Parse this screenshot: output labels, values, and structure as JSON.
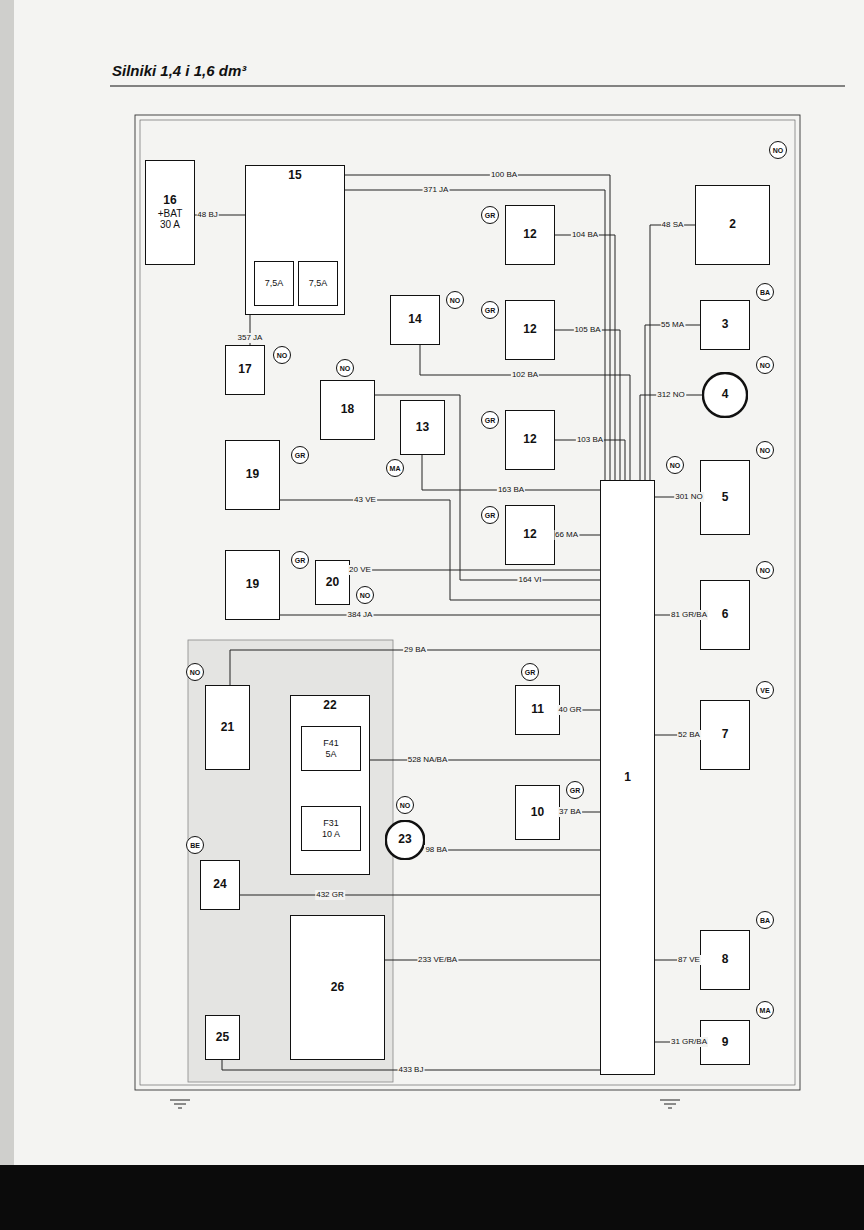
{
  "diagram": {
    "title": "Silniki 1,4 i 1,6 dm³",
    "nodes": [
      {
        "text": [
          "16",
          "+BAT",
          "30 A"
        ]
      },
      {
        "text": [
          "15"
        ]
      },
      {
        "text": [
          "7,5A"
        ],
        "in": 1
      },
      {
        "text": [
          "7,5A"
        ],
        "in": 1
      },
      {
        "text": [
          "12"
        ]
      },
      {
        "text": [
          "2"
        ]
      },
      {
        "text": [
          "14"
        ]
      },
      {
        "text": [
          "12"
        ]
      },
      {
        "text": [
          "3"
        ]
      },
      {
        "text": [
          "17"
        ]
      },
      {
        "text": [
          "13"
        ]
      },
      {
        "text": [
          "18"
        ]
      },
      {
        "text": [
          "12"
        ]
      },
      {
        "text": [
          "4"
        ]
      },
      {
        "text": [
          "19"
        ]
      },
      {
        "text": [
          "12"
        ]
      },
      {
        "text": [
          "1"
        ]
      },
      {
        "text": [
          "5"
        ]
      },
      {
        "text": [
          "20"
        ]
      },
      {
        "text": [
          "19"
        ]
      },
      {
        "text": [
          "6"
        ]
      },
      {
        "text": [
          "21"
        ]
      },
      {
        "text": [
          "22"
        ]
      },
      {
        "text": [
          "F41",
          "5A"
        ],
        "in": 22
      },
      {
        "text": [
          "11"
        ]
      },
      {
        "text": [
          "7"
        ]
      },
      {
        "text": [
          "10"
        ]
      },
      {
        "text": [
          "23"
        ]
      },
      {
        "text": [
          "24"
        ]
      },
      {
        "text": [
          "8"
        ]
      },
      {
        "text": [
          "26"
        ]
      },
      {
        "text": [
          "25"
        ]
      },
      {
        "text": [
          "9"
        ]
      },
      {
        "text": [
          "F31",
          "10 A"
        ],
        "in": 22
      }
    ],
    "edges": [
      {
        "from": 0,
        "to": 1,
        "label": "48 BJ",
        "arrow": "none"
      },
      {
        "from": 1,
        "to": 16,
        "label": "371 JA",
        "arrow": "none"
      },
      {
        "from": 1,
        "to": 16,
        "label": "100 BA",
        "arrow": "none"
      },
      {
        "from": 4,
        "to": 16,
        "label": "104 BA",
        "arrow": "none"
      },
      {
        "from": 7,
        "to": 16,
        "label": "105 BA",
        "arrow": "none"
      },
      {
        "from": 12,
        "to": 16,
        "label": "103 BA",
        "arrow": "none"
      },
      {
        "from": 15,
        "to": 16,
        "label": "66 MA",
        "arrow": "none"
      },
      {
        "from": 6,
        "to": 16,
        "label": "102 BA",
        "arrow": "none"
      },
      {
        "from": 10,
        "to": 16,
        "label": "163 BA",
        "arrow": "none"
      },
      {
        "from": 11,
        "to": 16,
        "label": "164 VI",
        "arrow": "none"
      },
      {
        "from": 14,
        "to": 16,
        "label": "43 VE",
        "arrow": "none"
      },
      {
        "from": 19,
        "to": 16,
        "label": "384 JA",
        "arrow": "none"
      },
      {
        "from": 18,
        "to": 16,
        "label": "20 VE",
        "arrow": "none"
      },
      {
        "from": 9,
        "to": 1,
        "label": "357 JA",
        "arrow": "none"
      },
      {
        "from": 21,
        "to": 16,
        "label": "29 BA",
        "arrow": "none"
      },
      {
        "from": 22,
        "to": 16,
        "label": "528 NA/BA",
        "arrow": "none"
      },
      {
        "from": 24,
        "to": 16,
        "label": "40 GR",
        "arrow": "none"
      },
      {
        "from": 26,
        "to": 16,
        "label": "37 BA",
        "arrow": "none"
      },
      {
        "from": 27,
        "to": 16,
        "label": "98 BA",
        "arrow": "none"
      },
      {
        "from": 30,
        "to": 16,
        "label": "233 VE/BA",
        "arrow": "none"
      },
      {
        "from": 28,
        "to": 16,
        "label": "432 GR",
        "arrow": "none"
      },
      {
        "from": 31,
        "to": 16,
        "label": "433 BJ",
        "arrow": "none"
      },
      {
        "from": 5,
        "to": 16,
        "label": "48 SA",
        "arrow": "none"
      },
      {
        "from": 8,
        "to": 16,
        "label": "55 MA",
        "arrow": "none"
      },
      {
        "from": 13,
        "to": 16,
        "label": "312 NO",
        "arrow": "none"
      },
      {
        "from": 17,
        "to": 16,
        "label": "301 NO",
        "arrow": "none"
      },
      {
        "from": 20,
        "to": 16,
        "label": "81 GR/BA",
        "arrow": "none"
      },
      {
        "from": 25,
        "to": 16,
        "label": "52 BA",
        "arrow": "none"
      },
      {
        "from": 29,
        "to": 16,
        "label": "87 VE",
        "arrow": "none"
      },
      {
        "from": 32,
        "to": 16,
        "label": "31 GR/BA",
        "arrow": "none"
      }
    ],
    "labels": [
      "NO",
      "BA",
      "NO",
      "NO",
      "NO",
      "VE",
      "BA",
      "MA",
      "GR",
      "GR",
      "GR",
      "GR",
      "NO",
      "MA",
      "NO",
      "NO",
      "GR",
      "GR",
      "NO",
      "NO",
      "GR",
      "GR",
      "NO",
      "BE",
      "NO"
    ]
  }
}
